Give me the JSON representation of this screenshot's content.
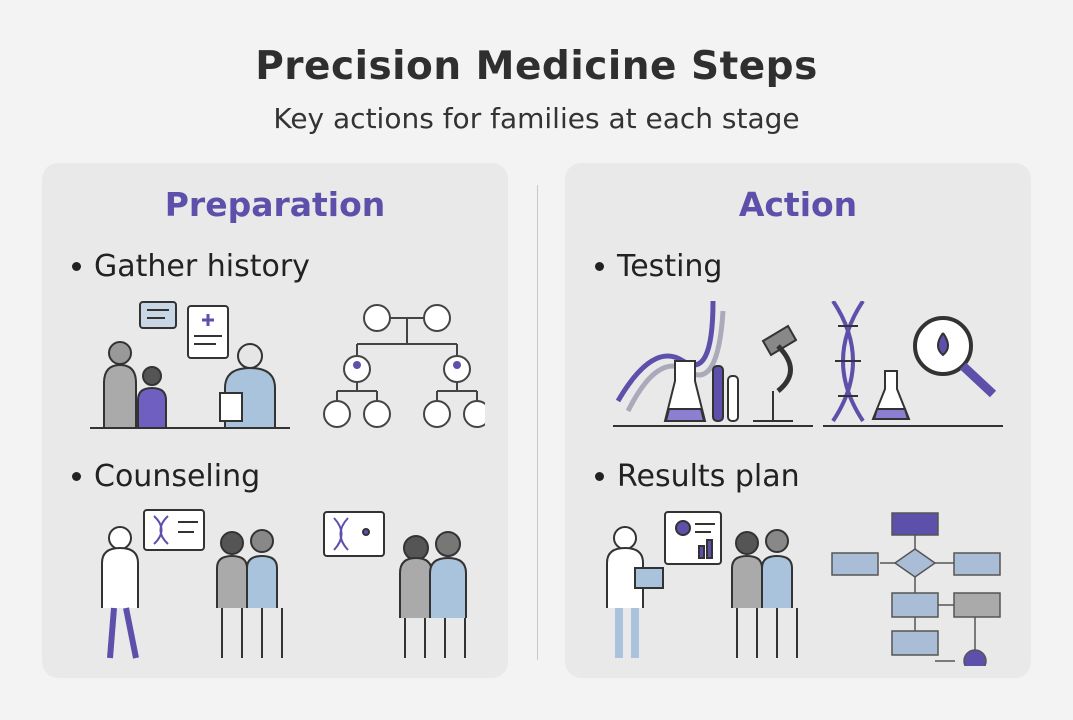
{
  "title": "Precision Medicine Steps",
  "subtitle": "Key actions for families at each stage",
  "panels": [
    {
      "heading": "Preparation",
      "steps": [
        {
          "label": "Gather history",
          "icons": [
            "family-consultation-illustration",
            "family-tree-icon"
          ]
        },
        {
          "label": "Counseling",
          "icons": [
            "genetic-counselor-illustration",
            "family-counseling-illustration"
          ]
        }
      ]
    },
    {
      "heading": "Action",
      "steps": [
        {
          "label": "Testing",
          "icons": [
            "dna-lab-illustration",
            "dna-analysis-illustration"
          ]
        },
        {
          "label": "Results plan",
          "icons": [
            "results-review-illustration",
            "care-plan-flowchart-icon"
          ]
        }
      ]
    }
  ],
  "colors": {
    "accent": "#5d50ab",
    "panel": "#e9e9e9",
    "light_blue": "#a9bdd6"
  }
}
